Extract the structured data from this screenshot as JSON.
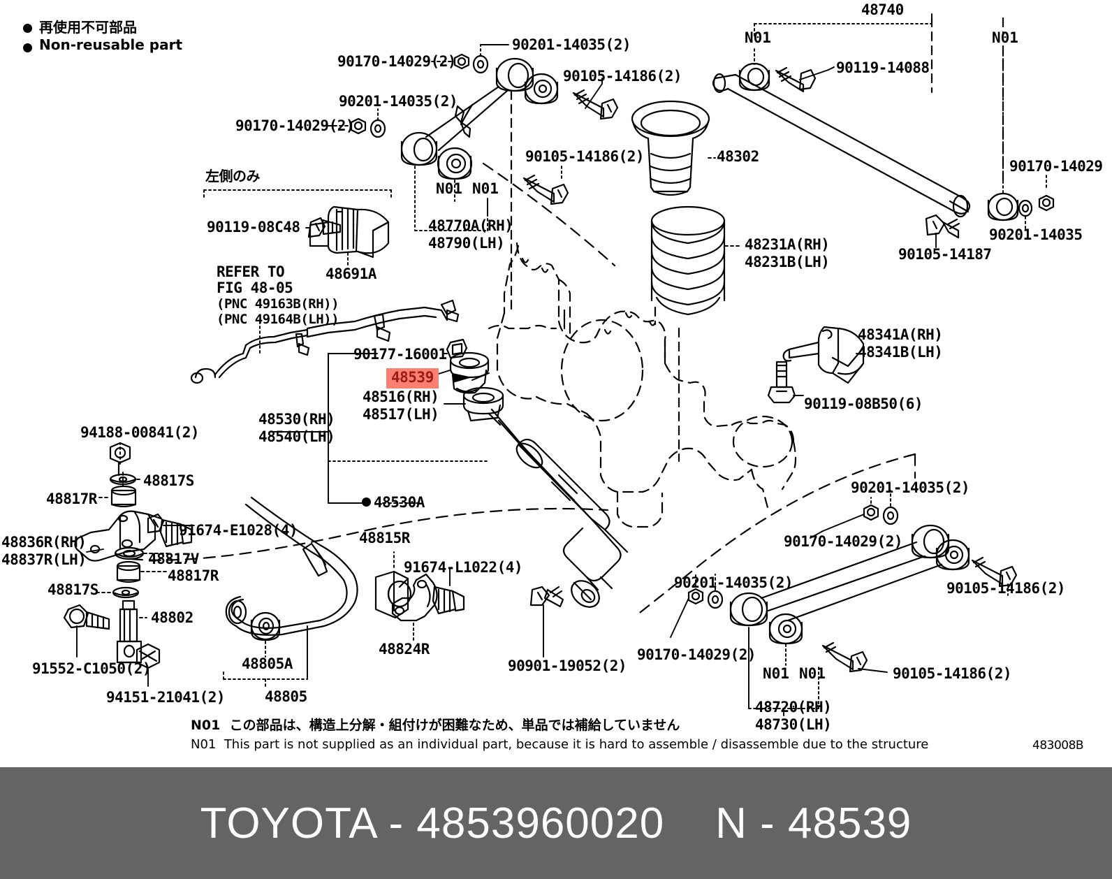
{
  "legend": {
    "jp": "再使用不可部品",
    "en": "Non-reusable part"
  },
  "figure": {
    "code": "483008B",
    "refer": {
      "line1": "REFER TO",
      "line2": "FIG 48-05",
      "line3": "(PNC 49163B(RH))",
      "line4": "(PNC 49164B(LH))"
    },
    "left_only_jp": "左側のみ"
  },
  "notes": {
    "n01_jp": "N01  この部品は、構造上分解・組付けが困難なため、単品では補給していません",
    "n01_en": "N01  This part is not supplied as an individual part, because it is hard to assemble / disassemble due to the structure"
  },
  "banner": {
    "text": "TOYOTA - 4853960020    N - 48539",
    "brand": "TOYOTA",
    "part_number": "4853960020",
    "prefix": "N",
    "pnc": "48539",
    "background": "#646464",
    "text_color": "#ffffff"
  },
  "highlight": {
    "pnc": "48539",
    "background": "#FA8072",
    "text_color": "#9B1B17"
  },
  "labels": {
    "l_90170_14029_2_a": "90170-14029(2)",
    "l_90201_14035_2_a": "90201-14035(2)",
    "l_90201_14035_2_b": "90201-14035(2)",
    "l_90170_14029_2_b": "90170-14029(2)",
    "l_90105_14186_2_a": "90105-14186(2)",
    "l_90105_14186_2_b": "90105-14186(2)",
    "l_n01_a": "N01",
    "l_n01_b": "N01",
    "l_48770a_48790": "48770A(RH)\n48790(LH)",
    "l_48740": "48740",
    "l_n01_c": "N01",
    "l_n01_d": "N01",
    "l_90119_14088": "90119-14088",
    "l_90170_14029_c": "90170-14029",
    "l_90201_14035_c": "90201-14035",
    "l_90105_14187": "90105-14187",
    "l_48302": "48302",
    "l_48231": "48231A(RH)\n48231B(LH)",
    "l_90119_08C48": "90119-08C48",
    "l_48691A": "48691A",
    "l_90177_16001": "90177-16001",
    "l_48516_48517": "48516(RH)\n48517(LH)",
    "l_48530_48540": "48530(RH)\n48540(LH)",
    "l_48530A": "48530A",
    "l_48341": "48341A(RH)\n48341B(LH)",
    "l_90119_08B50_6": "90119-08B50(6)",
    "l_94188_00841_2": "94188-00841(2)",
    "l_48817S_a": "48817S",
    "l_48817R_a": "48817R",
    "l_91674_E1028_4": "91674-E1028(4)",
    "l_48836R_48837R": "48836R(RH)\n48837R(LH)",
    "l_48817V": "48817V",
    "l_48817R_b": "48817R",
    "l_48817S_b": "48817S",
    "l_48802": "48802",
    "l_91552_C1050_2": "91552-C1050(2)",
    "l_94151_21041_2": "94151-21041(2)",
    "l_48805A": "48805A",
    "l_48805": "48805",
    "l_48815R": "48815R",
    "l_91674_L1022_4": "91674-L1022(4)",
    "l_48824R": "48824R",
    "l_90901_19052_2": "90901-19052(2)",
    "l_90201_14035_2_c": "90201-14035(2)",
    "l_90170_14029_2_c": "90170-14029(2)",
    "l_90105_14186_2_c": "90105-14186(2)",
    "l_90201_14035_2_d": "90201-14035(2)",
    "l_90170_14029_2_d": "90170-14029(2)",
    "l_90105_14186_2_d": "90105-14186(2)",
    "l_n01_e": "N01",
    "l_n01_f": "N01",
    "l_48720_48730": "48720(RH)\n48730(LH)"
  }
}
